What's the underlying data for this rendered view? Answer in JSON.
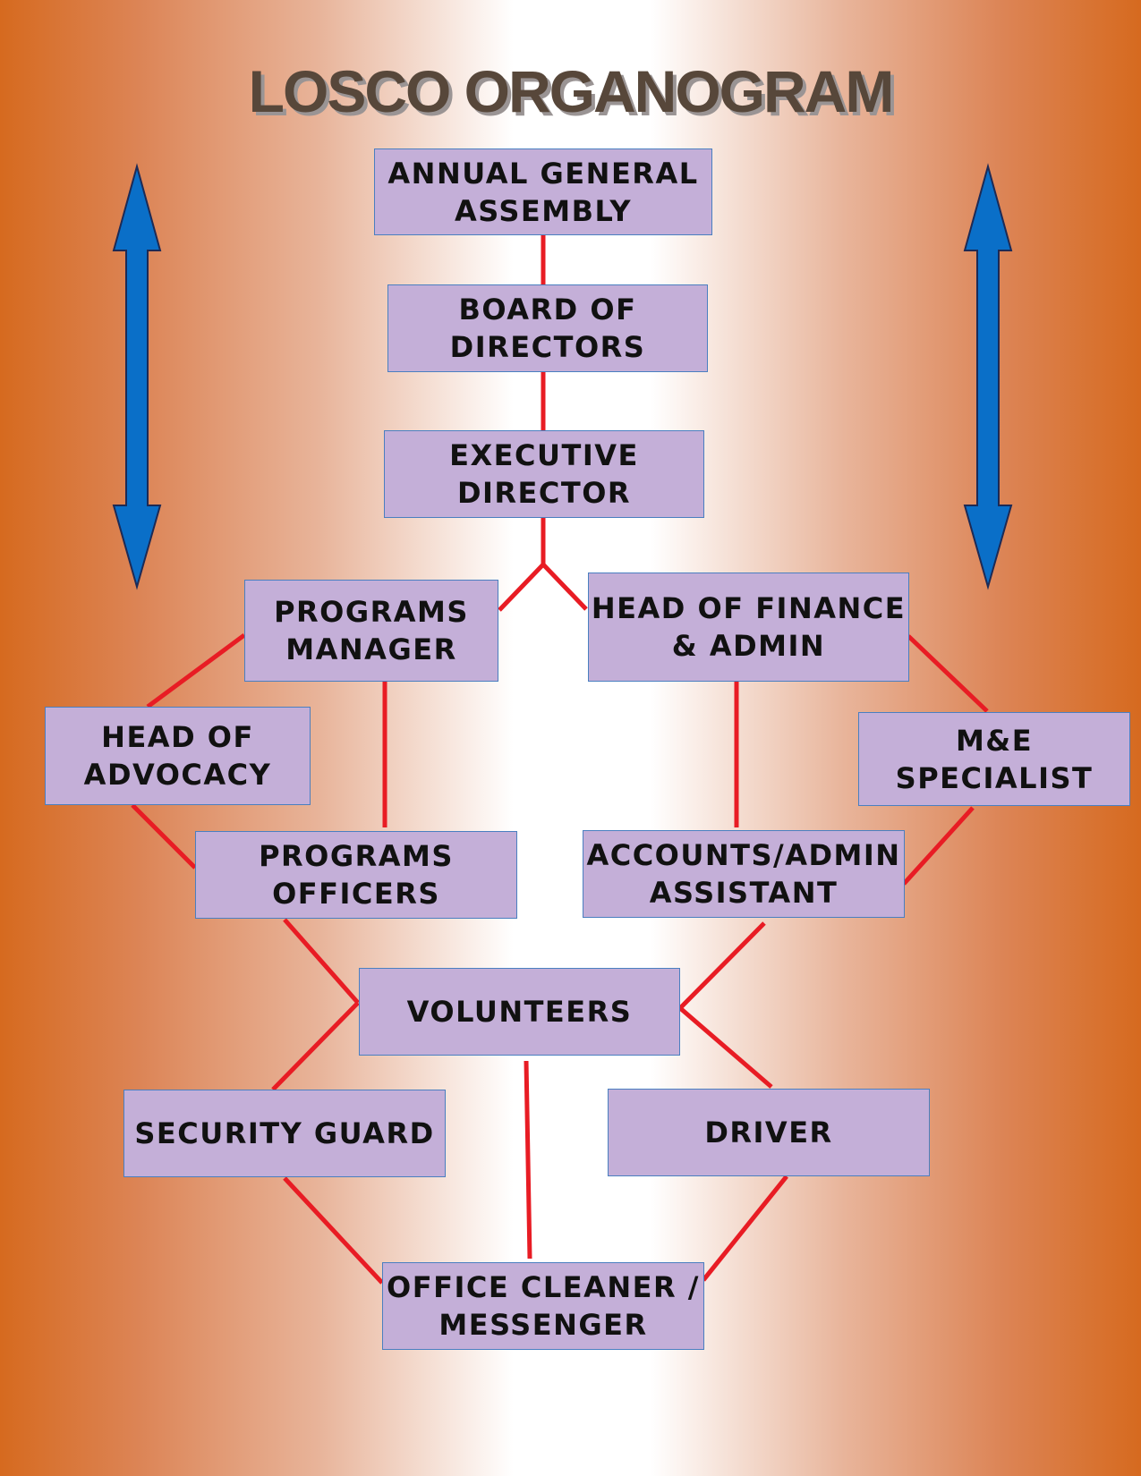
{
  "title": "LOSCO ORGANOGRAM",
  "colors": {
    "box_fill": "#c4afd8",
    "box_border": "#4a7fc0",
    "connector": "#e81c24",
    "arrow": "#0a6fc8",
    "title_text": "#57473a"
  },
  "nodes": {
    "annual_general_assembly": "ANNUAL GENERAL\nASSEMBLY",
    "board_of_directors": "BOARD OF\nDIRECTORS",
    "executive_director": "EXECUTIVE\nDIRECTOR",
    "programs_manager": "PROGRAMS\nMANAGER",
    "head_of_finance_admin": "HEAD OF FINANCE\n& ADMIN",
    "head_of_advocacy": "HEAD OF\nADVOCACY",
    "me_specialist": "M&E\nSPECIALIST",
    "programs_officers": "PROGRAMS\nOFFICERS",
    "accounts_admin_assistant": "ACCOUNTS/ADMIN\nASSISTANT",
    "volunteers": "VOLUNTEERS",
    "security_guard": "SECURITY GUARD",
    "driver": "DRIVER",
    "office_cleaner_messenger": "OFFICE CLEANER /\nMESSENGER"
  },
  "decorations": {
    "left_arrow": "double-headed-vertical-arrow-icon",
    "right_arrow": "double-headed-vertical-arrow-icon"
  }
}
